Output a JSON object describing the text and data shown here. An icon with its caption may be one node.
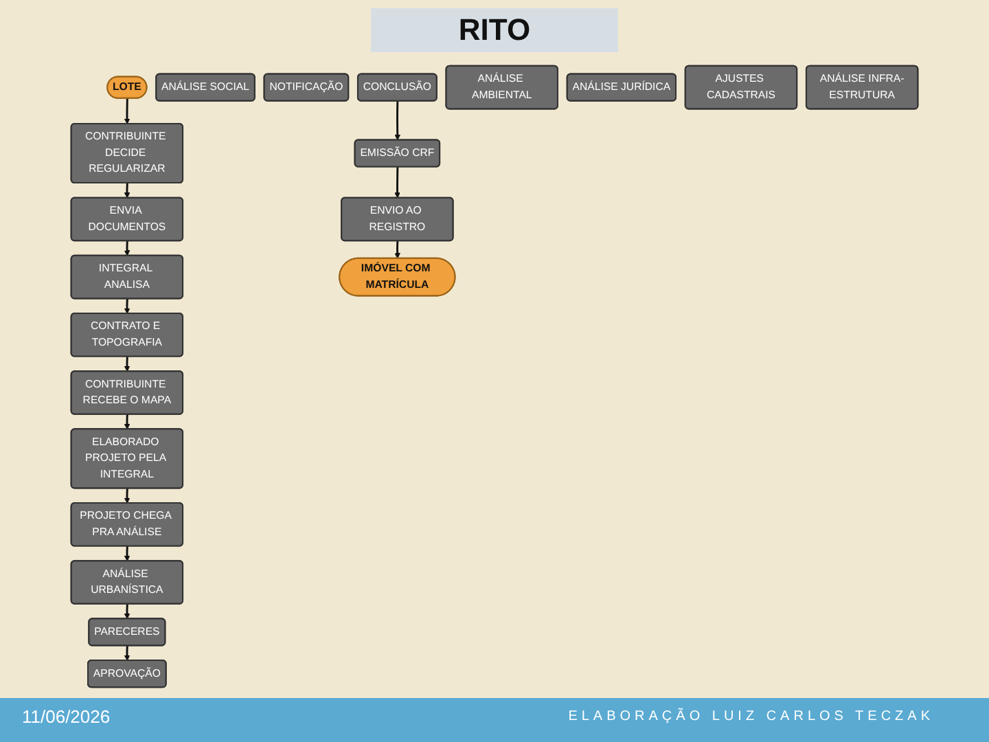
{
  "diagram": {
    "title": "RITO",
    "nodes": [
      {
        "text": [
          "LOTE"
        ]
      },
      {
        "text": [
          "CONTRIBUINTE DECIDE REGULARIZAR"
        ]
      },
      {
        "text": [
          "ENVIA DOCUMENTOS"
        ]
      },
      {
        "text": [
          "INTEGRAL ANALISA"
        ]
      },
      {
        "text": [
          "PROJETO CHEGA PRA ANÁLISE"
        ]
      },
      {
        "text": [
          "ELABORADO PROJETO PELA INTEGRAL"
        ]
      },
      {
        "text": [
          "CONTRIBUINTE RECEBE O MAPA"
        ]
      },
      {
        "text": [
          "CONTRATO E TOPOGRAFIA"
        ]
      },
      {
        "text": [
          "ANÁLISE URBANÍSTICA"
        ]
      },
      {
        "text": [
          "PARECERES"
        ]
      },
      {
        "text": [
          "APROVAÇÃO"
        ]
      },
      {
        "text": [
          "EMISSÃO CRF"
        ]
      },
      {
        "text": [
          "ANÁLISE SOCIAL"
        ]
      },
      {
        "text": [
          "NOTIFICAÇÃO"
        ]
      },
      {
        "text": [
          "CONCLUSÃO"
        ]
      },
      {
        "text": [
          "ANÁLISE AMBIENTAL"
        ]
      },
      {
        "text": [
          "ANÁLISE JURÍDICA"
        ]
      },
      {
        "text": [
          "AJUSTES CADASTRAIS"
        ]
      },
      {
        "text": [
          "ENVIO AO REGISTRO"
        ]
      },
      {
        "text": [
          "ANÁLISE INFRA-ESTRUTURA"
        ]
      },
      {
        "text": [
          "IMÓVEL COM MATRÍCULA"
        ]
      }
    ],
    "edges": [
      {
        "from": 0,
        "to": 1,
        "arrow": "to"
      },
      {
        "from": 1,
        "to": 2,
        "arrow": "to"
      },
      {
        "from": 2,
        "to": 3,
        "arrow": "to"
      },
      {
        "from": 3,
        "to": 7,
        "arrow": "to"
      },
      {
        "from": 7,
        "to": 6,
        "arrow": "to"
      },
      {
        "from": 6,
        "to": 5,
        "arrow": "to"
      },
      {
        "from": 5,
        "to": 4,
        "arrow": "to"
      },
      {
        "from": 4,
        "to": 8,
        "arrow": "to"
      },
      {
        "from": 8,
        "to": 9,
        "arrow": "to"
      },
      {
        "from": 9,
        "to": 10,
        "arrow": "to"
      },
      {
        "from": 14,
        "to": 11,
        "arrow": "to"
      },
      {
        "from": 11,
        "to": 18,
        "arrow": "to"
      },
      {
        "from": 18,
        "to": 20,
        "arrow": "to"
      }
    ],
    "labels": [
      "11/06/2026",
      "ELABORAÇÃO LUIZ CARLOS TECZAK"
    ]
  }
}
